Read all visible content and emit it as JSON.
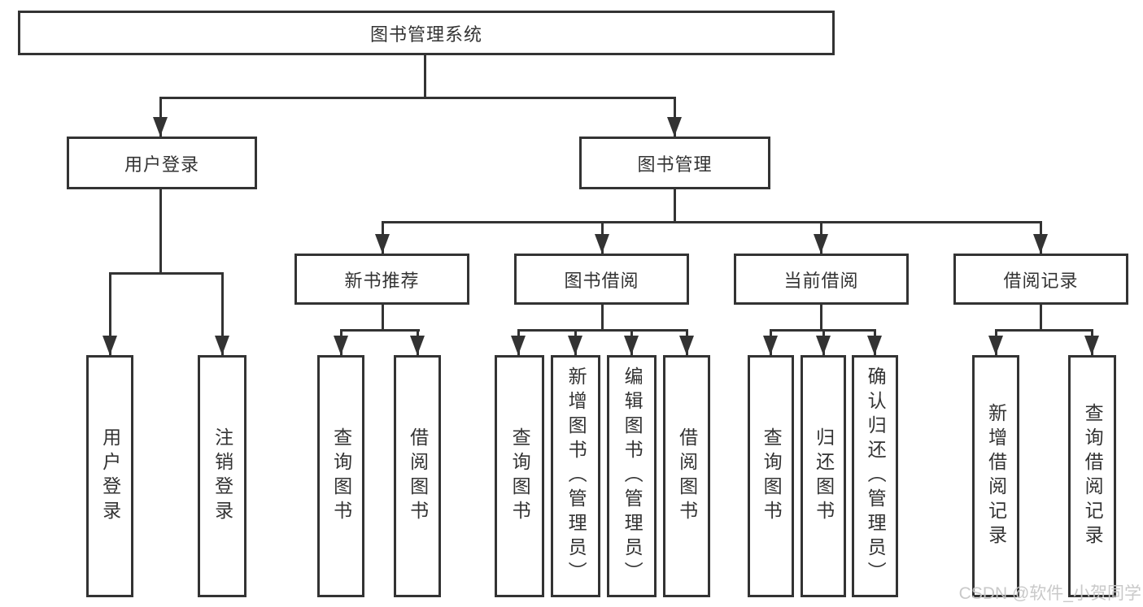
{
  "tree": {
    "root": {
      "label": "图书管理系统"
    },
    "level2": [
      {
        "label": "用户登录"
      },
      {
        "label": "图书管理"
      }
    ],
    "level3": [
      {
        "label": "新书推荐"
      },
      {
        "label": "图书借阅"
      },
      {
        "label": "当前借阅"
      },
      {
        "label": "借阅记录"
      }
    ],
    "leaves": {
      "user_login": [
        {
          "label": "用户登录"
        },
        {
          "label": "注销登录"
        }
      ],
      "new_book": [
        {
          "label": "查询图书"
        },
        {
          "label": "借阅图书"
        }
      ],
      "book_borrow": [
        {
          "label": "查询图书"
        },
        {
          "label": "新增图书（管理员）"
        },
        {
          "label": "编辑图书（管理员）"
        },
        {
          "label": "借阅图书"
        }
      ],
      "current_borrow": [
        {
          "label": "查询图书"
        },
        {
          "label": "归还图书"
        },
        {
          "label": "确认归还（管理员）"
        }
      ],
      "borrow_record": [
        {
          "label": "新增借阅记录"
        },
        {
          "label": "查询借阅记录"
        }
      ]
    }
  },
  "watermark": {
    "text": "CSDN @软件_小贺同学"
  },
  "colors": {
    "line": "#333333",
    "text": "#333333",
    "background": "#ffffff",
    "watermark": "#c6c6c6"
  }
}
